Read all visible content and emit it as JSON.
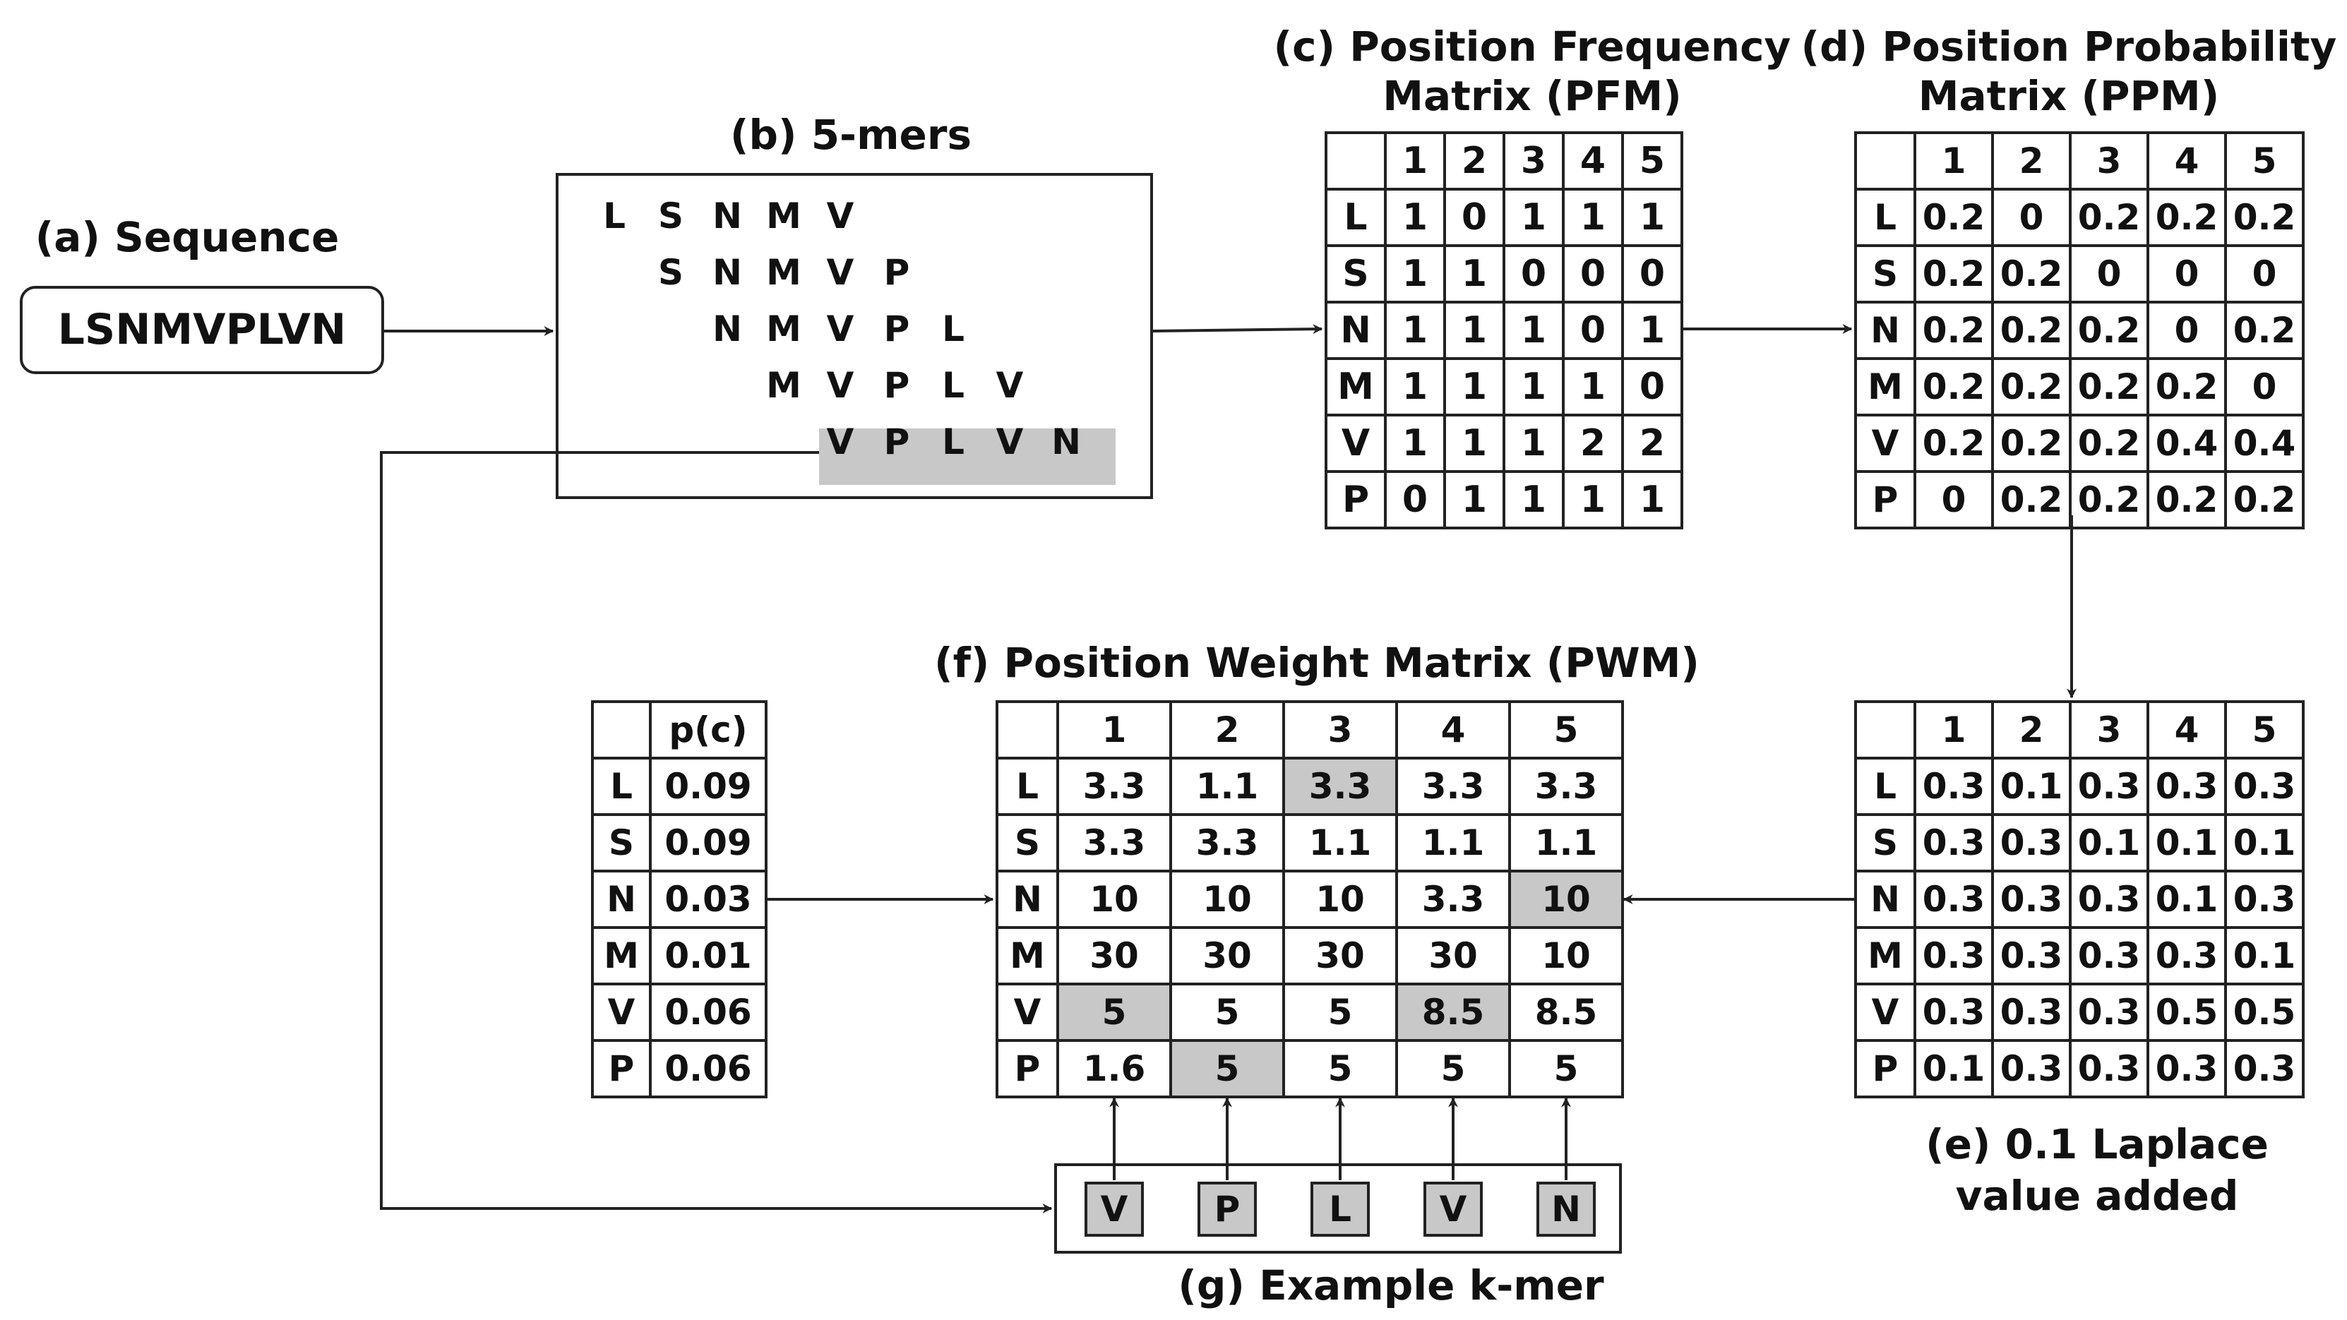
{
  "titles": {
    "a": "(a) Sequence",
    "b": "(b) 5-mers",
    "c_line1": "(c) Position Frequency",
    "c_line2": "Matrix (PFM)",
    "d_line1": "(d) Position Probability",
    "d_line2": "Matrix (PPM)",
    "e_line1": "(e) 0.1 Laplace",
    "e_line2": "value added",
    "f": "(f) Position Weight Matrix (PWM)",
    "g": "(g) Example k-mer"
  },
  "sequence": "LSNMVPLVN",
  "kmers": [
    [
      "L",
      "S",
      "N",
      "M",
      "V"
    ],
    [
      "S",
      "N",
      "M",
      "V",
      "P"
    ],
    [
      "N",
      "M",
      "V",
      "P",
      "L"
    ],
    [
      "M",
      "V",
      "P",
      "L",
      "V"
    ],
    [
      "V",
      "P",
      "L",
      "V",
      "N"
    ]
  ],
  "positions": [
    "1",
    "2",
    "3",
    "4",
    "5"
  ],
  "residues": [
    "L",
    "S",
    "N",
    "M",
    "V",
    "P"
  ],
  "pfm": [
    [
      "1",
      "0",
      "1",
      "1",
      "1"
    ],
    [
      "1",
      "1",
      "0",
      "0",
      "0"
    ],
    [
      "1",
      "1",
      "1",
      "0",
      "1"
    ],
    [
      "1",
      "1",
      "1",
      "1",
      "0"
    ],
    [
      "1",
      "1",
      "1",
      "2",
      "2"
    ],
    [
      "0",
      "1",
      "1",
      "1",
      "1"
    ]
  ],
  "ppm": [
    [
      "0.2",
      "0",
      "0.2",
      "0.2",
      "0.2"
    ],
    [
      "0.2",
      "0.2",
      "0",
      "0",
      "0"
    ],
    [
      "0.2",
      "0.2",
      "0.2",
      "0",
      "0.2"
    ],
    [
      "0.2",
      "0.2",
      "0.2",
      "0.2",
      "0"
    ],
    [
      "0.2",
      "0.2",
      "0.2",
      "0.4",
      "0.4"
    ],
    [
      "0",
      "0.2",
      "0.2",
      "0.2",
      "0.2"
    ]
  ],
  "laplace": [
    [
      "0.3",
      "0.1",
      "0.3",
      "0.3",
      "0.3"
    ],
    [
      "0.3",
      "0.3",
      "0.1",
      "0.1",
      "0.1"
    ],
    [
      "0.3",
      "0.3",
      "0.3",
      "0.1",
      "0.3"
    ],
    [
      "0.3",
      "0.3",
      "0.3",
      "0.3",
      "0.1"
    ],
    [
      "0.3",
      "0.3",
      "0.3",
      "0.5",
      "0.5"
    ],
    [
      "0.1",
      "0.3",
      "0.3",
      "0.3",
      "0.3"
    ]
  ],
  "background": {
    "header": "p(c)",
    "values": [
      "0.09",
      "0.09",
      "0.03",
      "0.01",
      "0.06",
      "0.06"
    ]
  },
  "pwm": [
    [
      "3.3",
      "1.1",
      "3.3",
      "3.3",
      "3.3"
    ],
    [
      "3.3",
      "3.3",
      "1.1",
      "1.1",
      "1.1"
    ],
    [
      "10",
      "10",
      "10",
      "3.3",
      "10"
    ],
    [
      "30",
      "30",
      "30",
      "30",
      "10"
    ],
    [
      "5",
      "5",
      "5",
      "8.5",
      "8.5"
    ],
    [
      "1.6",
      "5",
      "5",
      "5",
      "5"
    ]
  ],
  "example_kmer": [
    "V",
    "P",
    "L",
    "V",
    "N"
  ],
  "colors": {
    "highlight": "#c8c8c8",
    "stroke": "#222222"
  }
}
